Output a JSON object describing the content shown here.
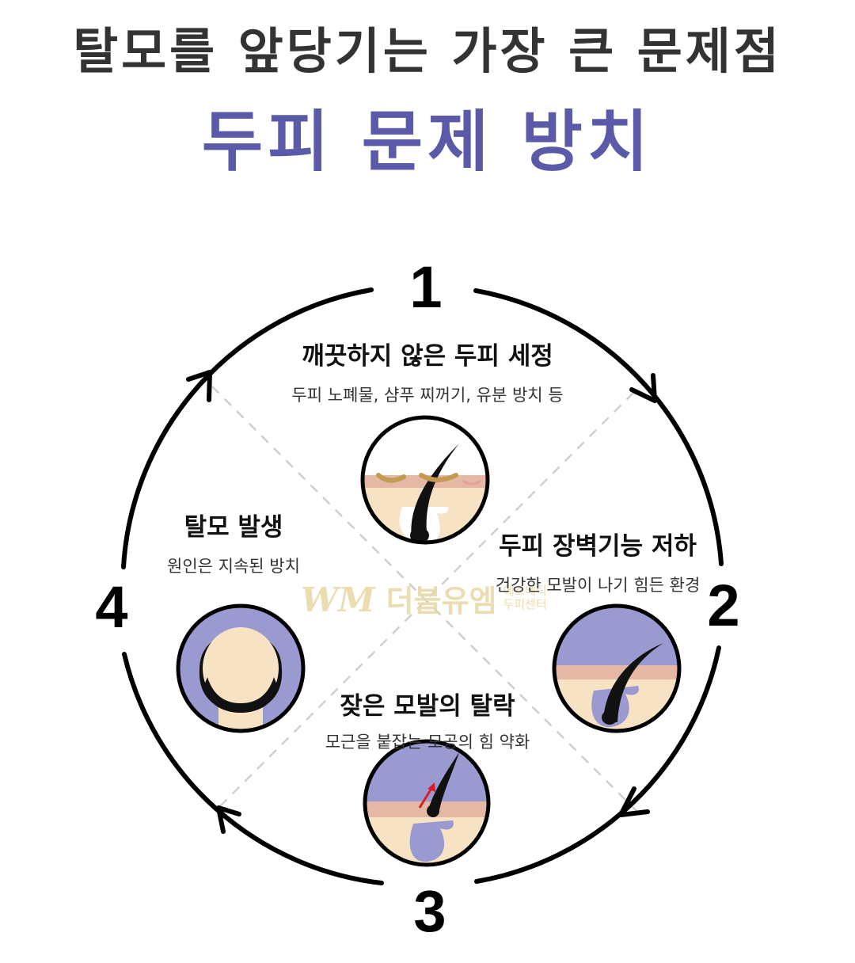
{
  "header": {
    "subtitle": "탈모를 앞당기는 가장 큰 문제점",
    "title": "두피 문제 방치"
  },
  "cycle": {
    "steps": [
      {
        "number": "1",
        "title": "깨끗하지 않은 두피 세정",
        "description": "두피 노폐물, 샴푸 찌꺼기, 유분 방치 등",
        "icon": "dirty-scalp-follicle-icon"
      },
      {
        "number": "2",
        "title": "두피 장벽기능 저하",
        "description": "건강한 모발이 나기 힘든 환경",
        "icon": "weakened-scalp-follicle-icon"
      },
      {
        "number": "3",
        "title": "잦은 모발의 탈락",
        "description": "모근을 붙잡는 모공의 힘 약화",
        "icon": "hair-falling-follicle-icon"
      },
      {
        "number": "4",
        "title": "탈모 발생",
        "description": "원인은 지속된 방치",
        "icon": "balding-head-icon"
      }
    ]
  },
  "watermark": {
    "logo": "WM",
    "name": "더블유엠",
    "tagline_1": "에스테틱",
    "tagline_2": "두피센터"
  },
  "colors": {
    "title_accent": "#5a5aa8",
    "scalp_purple": "#9a9ad0",
    "skin": "#f7e3c3",
    "skin_layer": "#e4b8a4",
    "sebum": "#c49a50",
    "arrow_red": "#d8202a"
  }
}
